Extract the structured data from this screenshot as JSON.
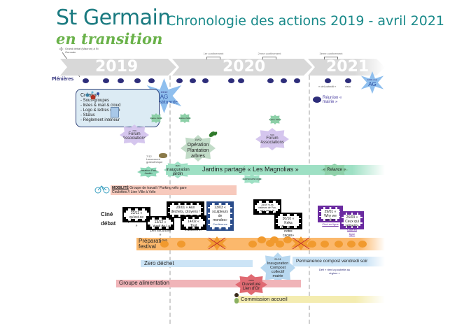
{
  "header": {
    "title": "St Germain",
    "subtitle": "Chronologie des actions  2019 - avril 2021",
    "logo_text": "en transition"
  },
  "timeline": {
    "years": [
      "2019",
      "2020",
      "2021"
    ],
    "grand_debat": "Grand débat (Macron) à St Germain",
    "confinements": [
      "1er confinement",
      "2ème confinement",
      "3ème confinement"
    ]
  },
  "rows": {
    "plenieres": "Plénières",
    "cine_debat": "Ciné débat"
  },
  "plenieres": {
    "ag_constituante": {
      "date": "13/12",
      "label1": "AG",
      "label2": "Constituante"
    },
    "ag_2021": {
      "date": "10/04 visio",
      "label": "AG"
    },
    "dot_labels": [
      "« ctrl-cotedit »",
      "visio"
    ],
    "reunion_mairie": {
      "label": "Réunion « mairie »"
    }
  },
  "creation": {
    "title": "Création",
    "items": [
      "- Sous-groupes",
      "- listes & mail & cloud",
      "- Logo & lettres d'info",
      "- Status",
      "- Règlement intérieur"
    ]
  },
  "events": {
    "forum1": {
      "date": "7/09",
      "label": "Forum Associations"
    },
    "forum2": {
      "date": "5/09",
      "label": "Forum Associations"
    },
    "lettre1": "Lettre d'info",
    "lettre2": "Lettre d'info",
    "lettre3": "Lettre d'info",
    "plantation": {
      "date": "15/02",
      "label1": "Opération",
      "label2": "Plantation",
      "label3": "arbres"
    },
    "lancement": {
      "date": "7/12",
      "label": "Lancement grainothèque"
    },
    "formation": "Formation Passe Jardin",
    "inauguration": {
      "date": "18/01",
      "label": "Inauguration jardin"
    },
    "jardins": "Jardins partagé « Les Magnolias »",
    "concours": "Concours logo",
    "relance": "« Relance »"
  },
  "mobilite": {
    "title": "MOBILITÉ",
    "text1": "Groupe de travail / Parking vélo gare",
    "text2": "Coulottes // Lien Ville à Vélo"
  },
  "films": [
    {
      "text": "22/11 « qu'est-ce qu'on attend »"
    },
    {
      "text": "13/12 « L'éveil de La permaculture »"
    },
    {
      "text": "29/01 « Aux déchets, citoyens ! »"
    },
    {
      "text": "14/02 « Tout s'accélère»"
    },
    {
      "text": "13/03 « sculpteurs de mondes»",
      "note": "Conférence gesticulée"
    },
    {
      "text": "25/09 «Les visiteurs de Pau, qui a peur de l'énergie solaire»"
    },
    {
      "text": "30/10 « Keka Wongan : notre cacao»"
    },
    {
      "text": "29/01 « Why we cycle»",
      "note": "Ciné en ligne"
    },
    {
      "text": "26/03 « Ceux qui sèment»",
      "note": "Ciné en ligne"
    }
  ],
  "bands": {
    "festival": "Préparation festival",
    "zero_dechet": "Zero déchet",
    "compost": {
      "date": "21/11",
      "label": "Inauguration Compost collectif mairie"
    },
    "permanence": "Permanence compost vendredi soir",
    "defi": "Défi « rien la poubelle au régime »",
    "alimentation": "Groupe alimentation",
    "lien_dor": {
      "date": "26/09",
      "label": "Ouverture Lien d'Or"
    },
    "accueil": "Commission accueil"
  }
}
